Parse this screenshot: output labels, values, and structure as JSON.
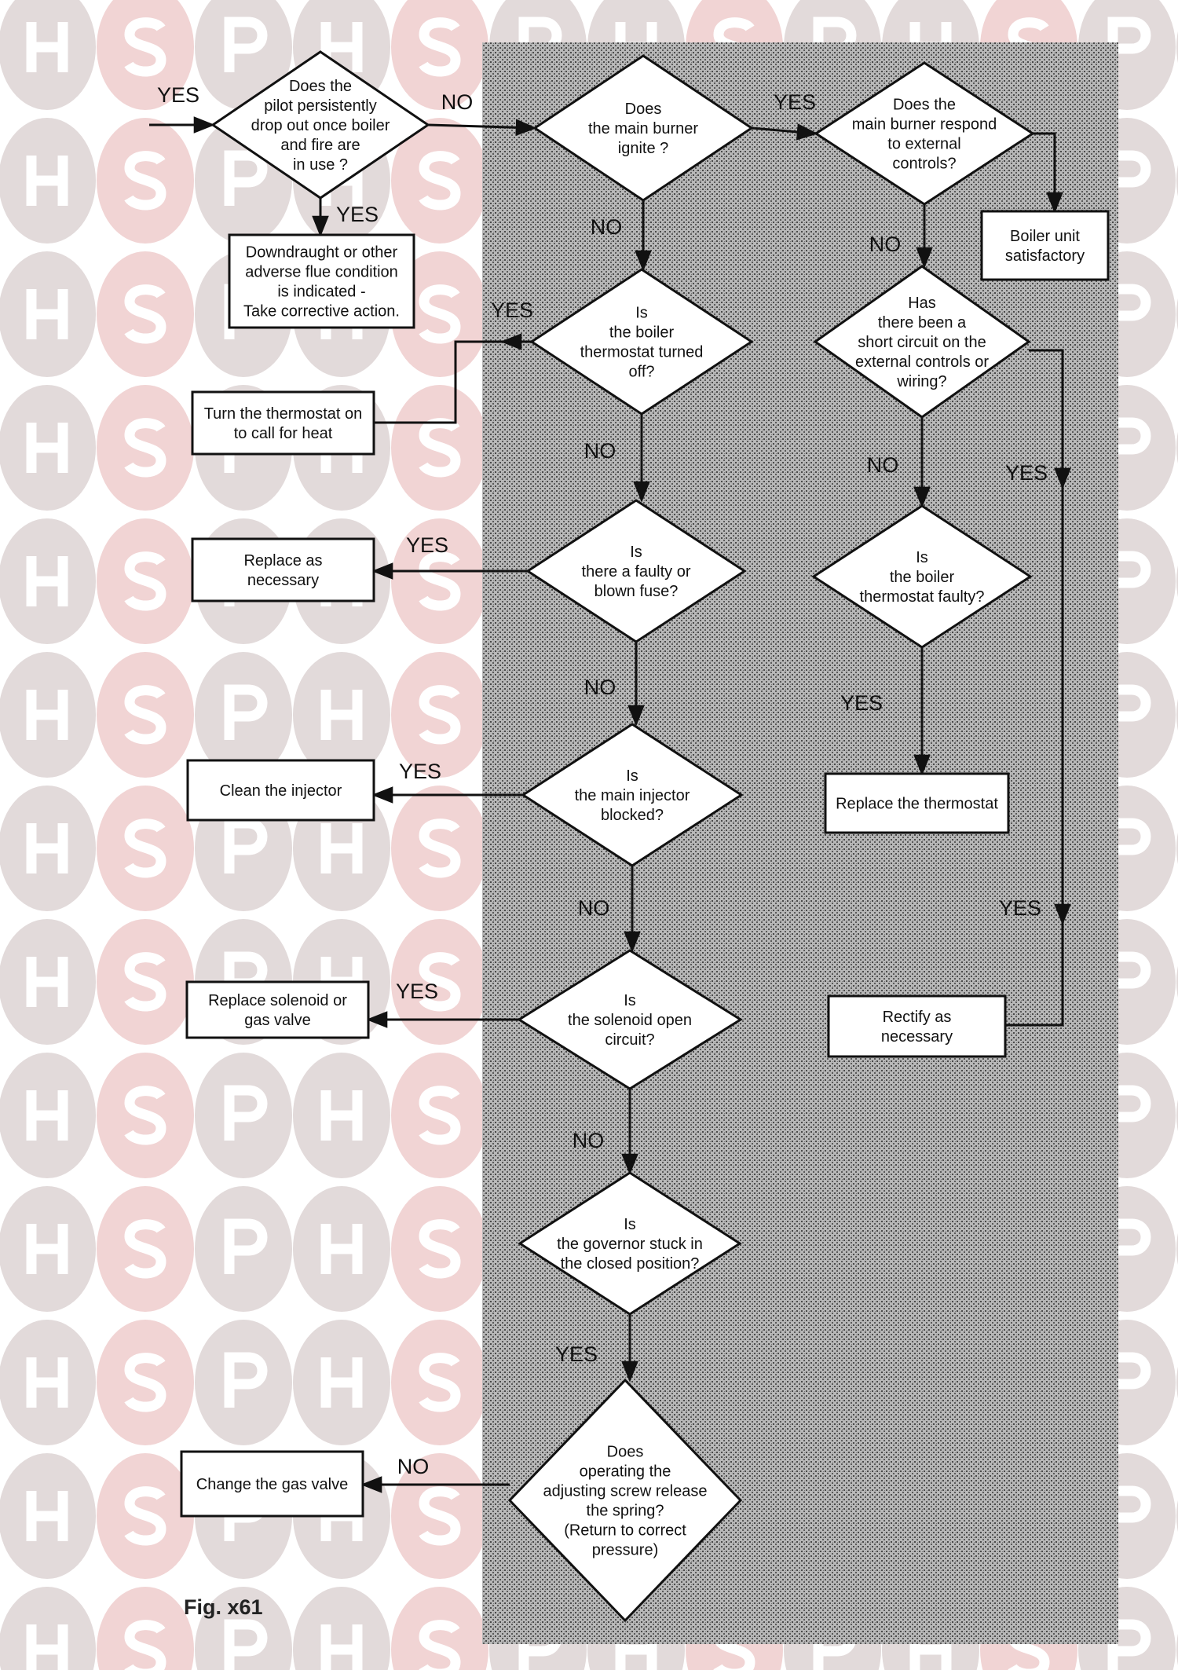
{
  "watermark": {
    "letters": [
      "H",
      "S",
      "P"
    ]
  },
  "colors": {
    "panel": "#a9a9a9",
    "watermark_grey": "#e2dada",
    "watermark_pink": "#f1d4d4",
    "ink": "#111111"
  },
  "nodes": {
    "pilot": [
      "Does the",
      "pilot persistently",
      "drop out once boiler",
      "and fire are",
      "in use ?"
    ],
    "ignite": [
      "Does",
      "the main burner",
      "ignite ?"
    ],
    "respond": [
      "Does the",
      "main burner respond",
      "to external",
      "controls?"
    ],
    "satisfactory": [
      "Boiler unit",
      "satisfactory"
    ],
    "downdraught": [
      "Downdraught or other",
      "adverse flue condition",
      "is indicated -",
      "Take corrective action."
    ],
    "thermostat_off": [
      "Is",
      "the boiler",
      "thermostat turned",
      "off?"
    ],
    "short_circuit": [
      "Has",
      "there been a",
      "short circuit on the",
      "external controls or",
      "wiring?"
    ],
    "turn_on": [
      "Turn the thermostat on",
      "to call for heat"
    ],
    "fuse": [
      "Is",
      "there a faulty or",
      "blown fuse?"
    ],
    "replace_fuse": [
      "Replace as",
      "necessary"
    ],
    "thermostat_faulty": [
      "Is",
      "the boiler",
      "thermostat faulty?"
    ],
    "injector": [
      "Is",
      "the main injector",
      "blocked?"
    ],
    "clean_injector": [
      "Clean the injector"
    ],
    "replace_thermostat": [
      "Replace the thermostat"
    ],
    "solenoid": [
      "Is",
      "the solenoid open",
      "circuit?"
    ],
    "replace_solenoid": [
      "Replace solenoid or",
      "gas valve"
    ],
    "rectify": [
      "Rectify as",
      "necessary"
    ],
    "governor": [
      "Is",
      "the governor stuck in",
      "the closed position?"
    ],
    "adjusting": [
      "Does",
      "operating the",
      "adjusting screw release",
      "the spring?",
      "(Return to correct",
      "pressure)"
    ],
    "change_valve": [
      "Change the gas valve"
    ]
  },
  "edge_labels": [
    "YES",
    "NO",
    "YES",
    "YES",
    "NO",
    "NO",
    "YES",
    "NO",
    "NO",
    "YES",
    "YES",
    "NO",
    "YES",
    "YES",
    "NO",
    "YES",
    "YES",
    "NO",
    "YES",
    "NO"
  ],
  "figure_caption": "Fig. x61"
}
